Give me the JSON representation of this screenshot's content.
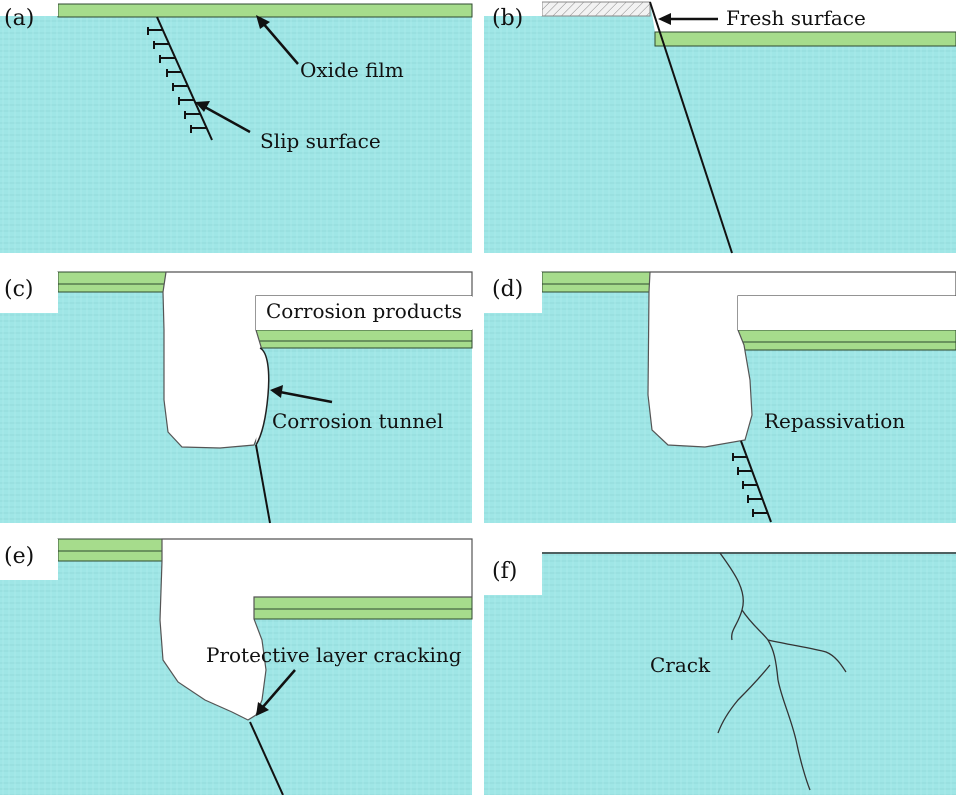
{
  "colors": {
    "metal": "#9fe6e6",
    "oxide_film": "#a6dc8c",
    "background": "#ffffff"
  },
  "panels": {
    "a": {
      "tag": "(a)",
      "oxide_film_label": "Oxide film",
      "slip_label": "Slip surface"
    },
    "b": {
      "tag": "(b)",
      "fresh_label": "Fresh surface"
    },
    "c": {
      "tag": "(c)",
      "products_label": "Corrosion products",
      "tunnel_label": "Corrosion tunnel"
    },
    "d": {
      "tag": "(d)",
      "repassivation_label": "Repassivation"
    },
    "e": {
      "tag": "(e)",
      "cracking_label": "Protective layer cracking"
    },
    "f": {
      "tag": "(f)",
      "crack_label": "Crack"
    }
  }
}
